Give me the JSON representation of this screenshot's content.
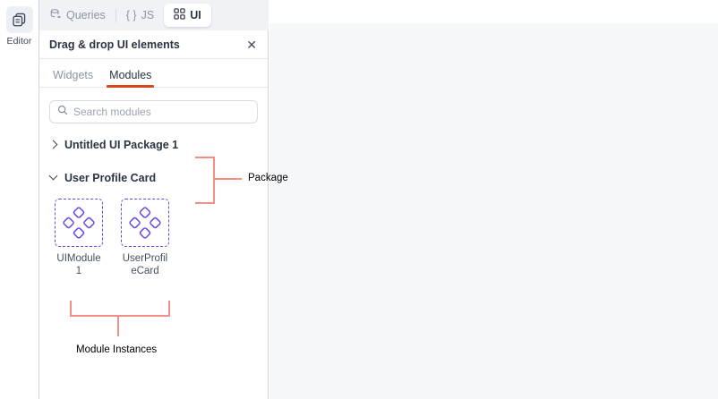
{
  "left_rail": {
    "items": [
      {
        "label": "Editor",
        "icon": "editor-stacked-pages-icon",
        "active": true
      }
    ]
  },
  "top_bar": {
    "tabs": [
      {
        "label": "Queries",
        "icon": "database-query-icon",
        "active": false
      },
      {
        "label": "JS",
        "icon": "curly-braces-icon",
        "active": false
      },
      {
        "label": "UI",
        "icon": "grid-squares-icon",
        "active": true
      }
    ]
  },
  "panel": {
    "title": "Drag & drop UI elements",
    "close_icon": "close-icon",
    "tabs": [
      {
        "label": "Widgets",
        "active": false
      },
      {
        "label": "Modules",
        "active": true
      }
    ],
    "active_tab_color": "#d8471c",
    "search": {
      "placeholder": "Search modules",
      "value": "",
      "icon": "search-icon"
    },
    "tree": [
      {
        "label": "Untitled UI Package 1",
        "expanded": false,
        "chevron": "chevron-right-icon"
      },
      {
        "label": "User Profile Card",
        "expanded": true,
        "chevron": "chevron-down-icon"
      }
    ],
    "modules": [
      {
        "label": "UIModule 1",
        "icon": "module-diamond-cluster-icon"
      },
      {
        "label": "UserProfileCard",
        "icon": "module-diamond-cluster-icon"
      }
    ],
    "module_icon_color": "#6b46e0"
  },
  "annotations": {
    "color": "#f18f86",
    "package": {
      "label": "Package"
    },
    "module_instances": {
      "label": "Module Instances"
    }
  },
  "canvas": {
    "background": "#f6f7f9"
  }
}
